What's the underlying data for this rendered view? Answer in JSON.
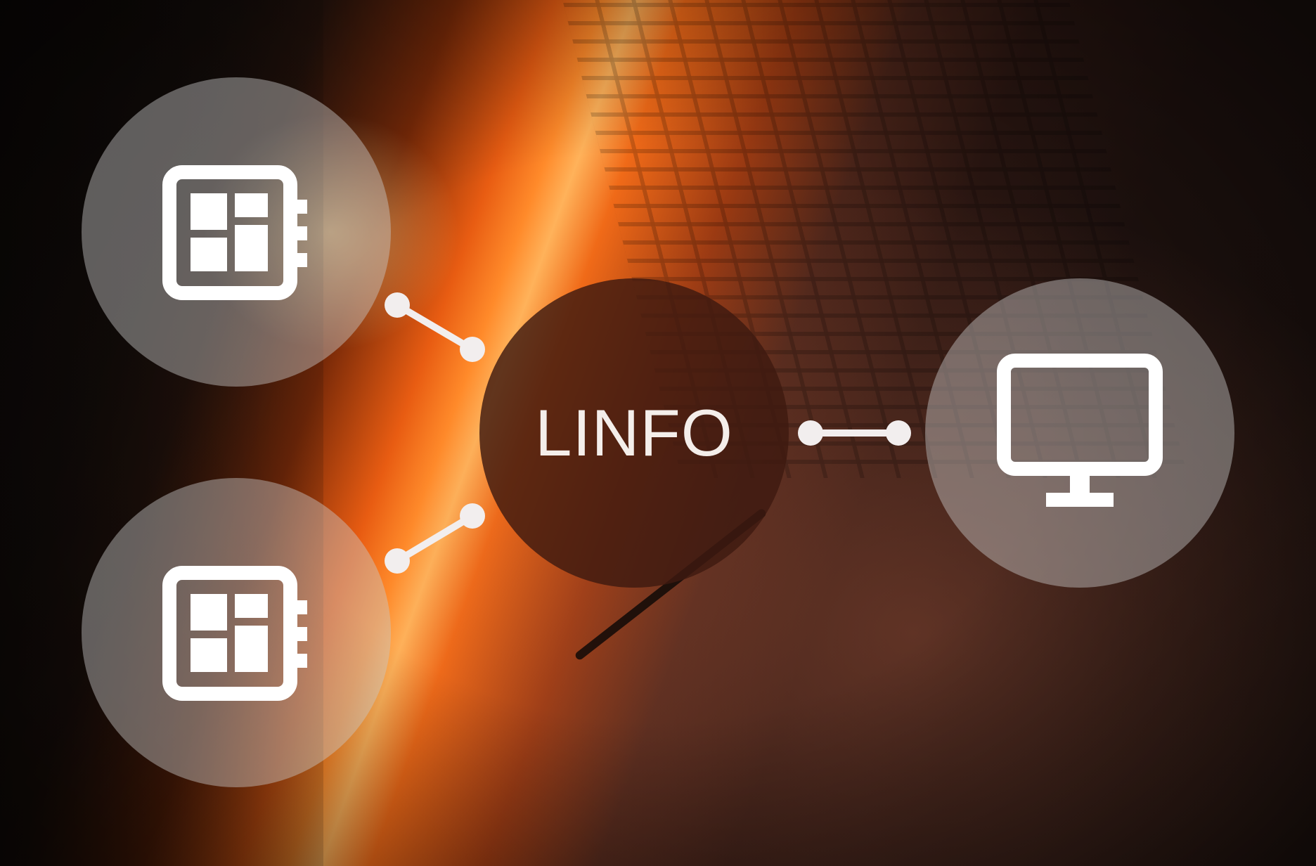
{
  "hub": {
    "label": "LINFO"
  },
  "nodes": [
    {
      "id": "module-1",
      "icon": "io-module-icon"
    },
    {
      "id": "module-2",
      "icon": "io-module-icon"
    },
    {
      "id": "display",
      "icon": "monitor-icon"
    }
  ],
  "colors": {
    "node_fill": "#c8c8c8",
    "hub_fill": "#3e1a10",
    "connector": "#f2eeee",
    "glow": "#ff8a2a"
  }
}
